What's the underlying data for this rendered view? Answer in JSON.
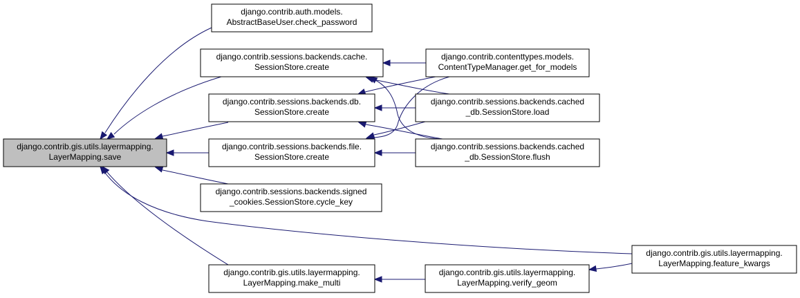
{
  "graph": {
    "colors": {
      "edge": "#191970",
      "node_fill": "#ffffff",
      "root_fill": "#bfbfbf",
      "border": "#000000"
    },
    "nodes": [
      {
        "id": "root",
        "lines": [
          "django.contrib.gis.utils.layermapping.",
          "LayerMapping.save"
        ],
        "highlighted": true
      },
      {
        "id": "check_password",
        "lines": [
          "django.contrib.auth.models.",
          "AbstractBaseUser.check_password"
        ]
      },
      {
        "id": "cache_create",
        "lines": [
          "django.contrib.sessions.backends.cache.",
          "SessionStore.create"
        ]
      },
      {
        "id": "db_create",
        "lines": [
          "django.contrib.sessions.backends.db.",
          "SessionStore.create"
        ]
      },
      {
        "id": "file_create",
        "lines": [
          "django.contrib.sessions.backends.file.",
          "SessionStore.create"
        ]
      },
      {
        "id": "cycle_key",
        "lines": [
          "django.contrib.sessions.backends.signed",
          "_cookies.SessionStore.cycle_key"
        ]
      },
      {
        "id": "make_multi",
        "lines": [
          "django.contrib.gis.utils.layermapping.",
          "LayerMapping.make_multi"
        ]
      },
      {
        "id": "get_for_models",
        "lines": [
          "django.contrib.contenttypes.models.",
          "ContentTypeManager.get_for_models"
        ]
      },
      {
        "id": "cached_load",
        "lines": [
          "django.contrib.sessions.backends.cached",
          "_db.SessionStore.load"
        ]
      },
      {
        "id": "cached_flush",
        "lines": [
          "django.contrib.sessions.backends.cached",
          "_db.SessionStore.flush"
        ]
      },
      {
        "id": "verify_geom",
        "lines": [
          "django.contrib.gis.utils.layermapping.",
          "LayerMapping.verify_geom"
        ]
      },
      {
        "id": "feature_kwargs",
        "lines": [
          "django.contrib.gis.utils.layermapping.",
          "LayerMapping.feature_kwargs"
        ]
      }
    ],
    "edges": [
      {
        "from": "check_password",
        "to": "root"
      },
      {
        "from": "cache_create",
        "to": "root"
      },
      {
        "from": "db_create",
        "to": "root"
      },
      {
        "from": "file_create",
        "to": "root"
      },
      {
        "from": "cycle_key",
        "to": "root"
      },
      {
        "from": "make_multi",
        "to": "root"
      },
      {
        "from": "feature_kwargs",
        "to": "root"
      },
      {
        "from": "get_for_models",
        "to": "cache_create"
      },
      {
        "from": "get_for_models",
        "to": "db_create"
      },
      {
        "from": "get_for_models",
        "to": "file_create"
      },
      {
        "from": "cached_load",
        "to": "cache_create"
      },
      {
        "from": "cached_load",
        "to": "db_create"
      },
      {
        "from": "cached_load",
        "to": "file_create"
      },
      {
        "from": "cached_flush",
        "to": "cache_create"
      },
      {
        "from": "cached_flush",
        "to": "db_create"
      },
      {
        "from": "cached_flush",
        "to": "file_create"
      },
      {
        "from": "verify_geom",
        "to": "make_multi"
      },
      {
        "from": "feature_kwargs",
        "to": "verify_geom"
      }
    ]
  }
}
